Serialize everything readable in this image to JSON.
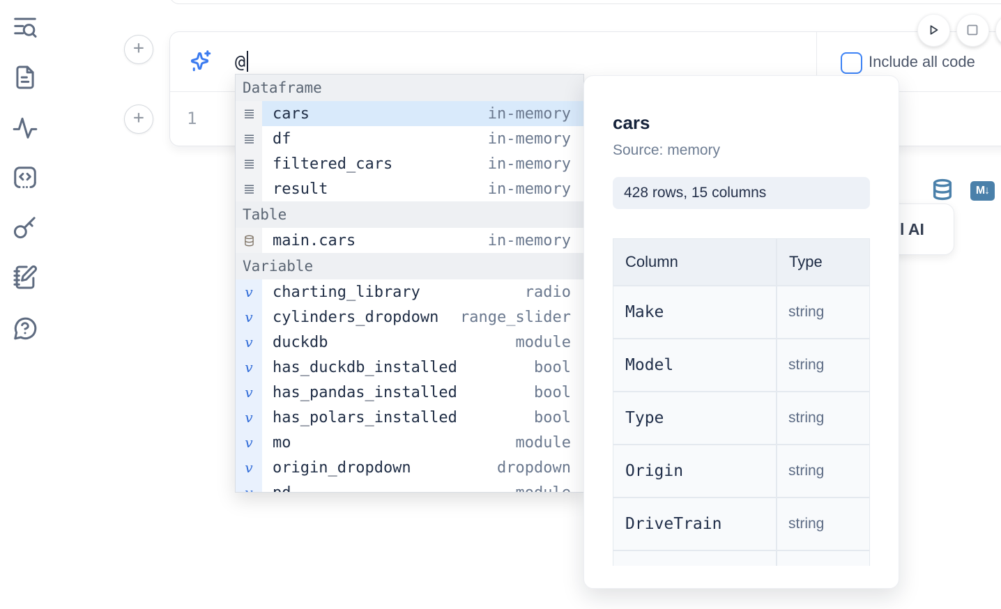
{
  "colors": {
    "accent_blue": "#3b82f6",
    "steel_blue_icon": "#4a80aa",
    "selected_row_bg": "#d9eafb",
    "variable_gutter_bg": "#e9f1fd",
    "section_header_bg": "#eef0f3",
    "badge_bg": "#edf1f7"
  },
  "sidebar": {
    "icons": [
      "list-search-icon",
      "file-text-icon",
      "activity-icon",
      "code-snippet-icon",
      "key-icon",
      "notebook-pen-icon",
      "help-chat-icon"
    ]
  },
  "cell": {
    "add_button_label": "+",
    "ai_prompt": {
      "value": "@",
      "icon": "sparkles-icon"
    },
    "include_all_code_label": "Include all code",
    "line_number": "1",
    "action_icons": [
      "database-icon",
      "markdown-icon"
    ],
    "markdown_badge": "M↓"
  },
  "toolbar": {
    "run_icon": "play-icon",
    "stop_icon": "stop-icon"
  },
  "completion": {
    "sections": [
      {
        "label": "Dataframe",
        "items": [
          {
            "icon": "rows-icon",
            "label": "cars",
            "detail": "in-memory",
            "selected": true
          },
          {
            "icon": "rows-icon",
            "label": "df",
            "detail": "in-memory"
          },
          {
            "icon": "rows-icon",
            "label": "filtered_cars",
            "detail": "in-memory"
          },
          {
            "icon": "rows-icon",
            "label": "result",
            "detail": "in-memory"
          }
        ]
      },
      {
        "label": "Table",
        "items": [
          {
            "icon": "database-icon",
            "label": "main.cars",
            "detail": "in-memory"
          }
        ]
      },
      {
        "label": "Variable",
        "items": [
          {
            "icon": "variable-icon",
            "label": "charting_library",
            "detail": "radio"
          },
          {
            "icon": "variable-icon",
            "label": "cylinders_dropdown",
            "detail": "range_slider"
          },
          {
            "icon": "variable-icon",
            "label": "duckdb",
            "detail": "module"
          },
          {
            "icon": "variable-icon",
            "label": "has_duckdb_installed",
            "detail": "bool"
          },
          {
            "icon": "variable-icon",
            "label": "has_pandas_installed",
            "detail": "bool"
          },
          {
            "icon": "variable-icon",
            "label": "has_polars_installed",
            "detail": "bool"
          },
          {
            "icon": "variable-icon",
            "label": "mo",
            "detail": "module"
          },
          {
            "icon": "variable-icon",
            "label": "origin_dropdown",
            "detail": "dropdown"
          },
          {
            "icon": "variable-icon",
            "label": "pd",
            "detail": "module"
          }
        ]
      }
    ]
  },
  "preview": {
    "title": "cars",
    "source": "Source: memory",
    "shape": "428 rows, 15 columns",
    "table": {
      "headers": [
        "Column",
        "Type"
      ],
      "rows": [
        [
          "Make",
          "string"
        ],
        [
          "Model",
          "string"
        ],
        [
          "Type",
          "string"
        ],
        [
          "Origin",
          "string"
        ],
        [
          "DriveTrain",
          "string"
        ]
      ]
    }
  },
  "ai_button": {
    "visible_label_fragment": "l AI"
  }
}
